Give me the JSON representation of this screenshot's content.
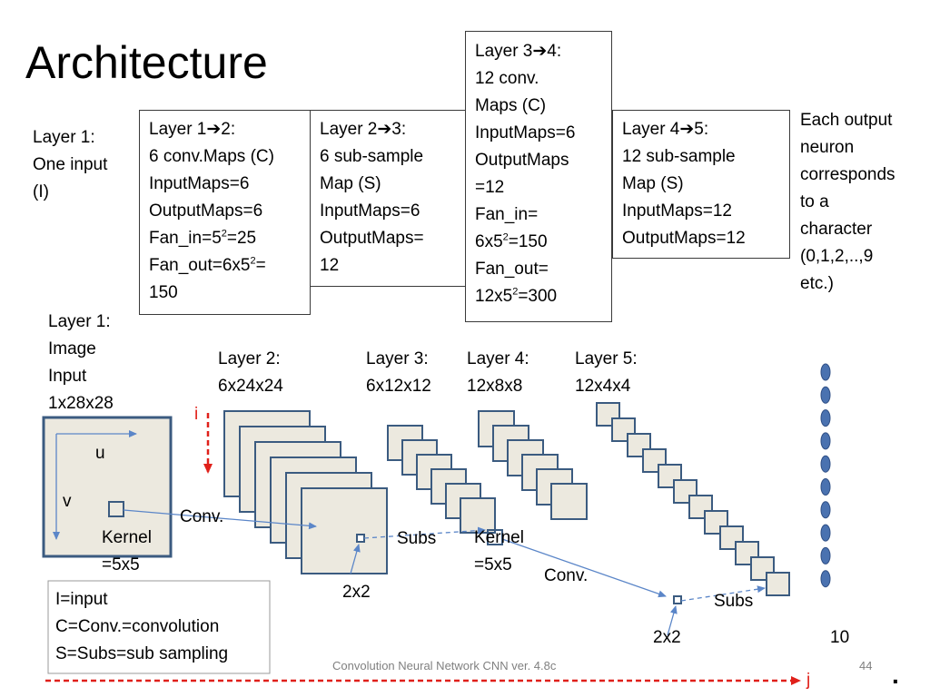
{
  "title": "Architecture",
  "layer1_desc": [
    "Layer 1:",
    "One input",
    "(I)"
  ],
  "box12": {
    "heading": "Layer 1",
    "heading_to": "2:",
    "lines": [
      "6 conv.Maps (C)",
      "InputMaps=6",
      "OutputMaps=6"
    ],
    "fan_in_pre": "Fan_in=5",
    "fan_in_exp": "2",
    "fan_in_post": "=25",
    "fan_out_pre": "Fan_out=6x5",
    "fan_out_exp": "2",
    "fan_out_post": "=",
    "fan_out_last": "150"
  },
  "box23": {
    "heading": "Layer 2",
    "heading_to": "3:",
    "lines": [
      "6 sub-sample",
      "Map (S)",
      "InputMaps=6",
      "OutputMaps=",
      "12"
    ]
  },
  "box34": {
    "heading": "Layer 3",
    "heading_to": "4:",
    "lines": [
      "12 conv.",
      "Maps (C)",
      "InputMaps=6",
      "OutputMaps",
      "=12",
      "Fan_in="
    ],
    "fan_in_pre": "6x5",
    "fan_in_exp": "2",
    "fan_in_post": "=150",
    "fan_out_label": "Fan_out=",
    "fan_out_pre": "12x5",
    "fan_out_exp": "2",
    "fan_out_post": "=300"
  },
  "box45": {
    "heading": "Layer 4",
    "heading_to": "5:",
    "lines": [
      "12 sub-sample",
      "Map (S)",
      "InputMaps=12",
      "OutputMaps=12"
    ]
  },
  "output_desc": [
    "Each output",
    "neuron",
    "corresponds",
    "to a",
    "character",
    "(0,1,2,..,9",
    "etc.)"
  ],
  "img_layer": [
    "Layer 1:",
    "Image",
    "Input",
    "1x28x28"
  ],
  "layer2": [
    "Layer 2:",
    "6x24x24"
  ],
  "layer3": [
    "Layer 3:",
    "6x12x12"
  ],
  "layer4": [
    "Layer 4:",
    "12x8x8"
  ],
  "layer5": [
    "Layer 5:",
    "12x4x4"
  ],
  "labels": {
    "i": "i",
    "j": "j",
    "u": "u",
    "v": "v",
    "conv1": "Conv.",
    "kernel1": [
      "Kernel",
      "=5x5"
    ],
    "subs1": "Subs",
    "kernel2": [
      "Kernel",
      "=5x5"
    ],
    "conv2": "Conv.",
    "subs2": "Subs",
    "twox2_a": "2x2",
    "twox2_b": "2x2",
    "ten": "10",
    "dot": "."
  },
  "legend": [
    "I=input",
    "C=Conv.=convolution",
    "S=Subs=sub sampling"
  ],
  "footer": {
    "text": "Convolution Neural Network CNN ver. 4.8c",
    "page": "44"
  },
  "colors": {
    "map_fill": "#ece9df",
    "map_stroke": "#3b5b80",
    "neuron": "#4a72b0",
    "arrow": "#5b86c8",
    "dashed_red": "#e0201a"
  }
}
